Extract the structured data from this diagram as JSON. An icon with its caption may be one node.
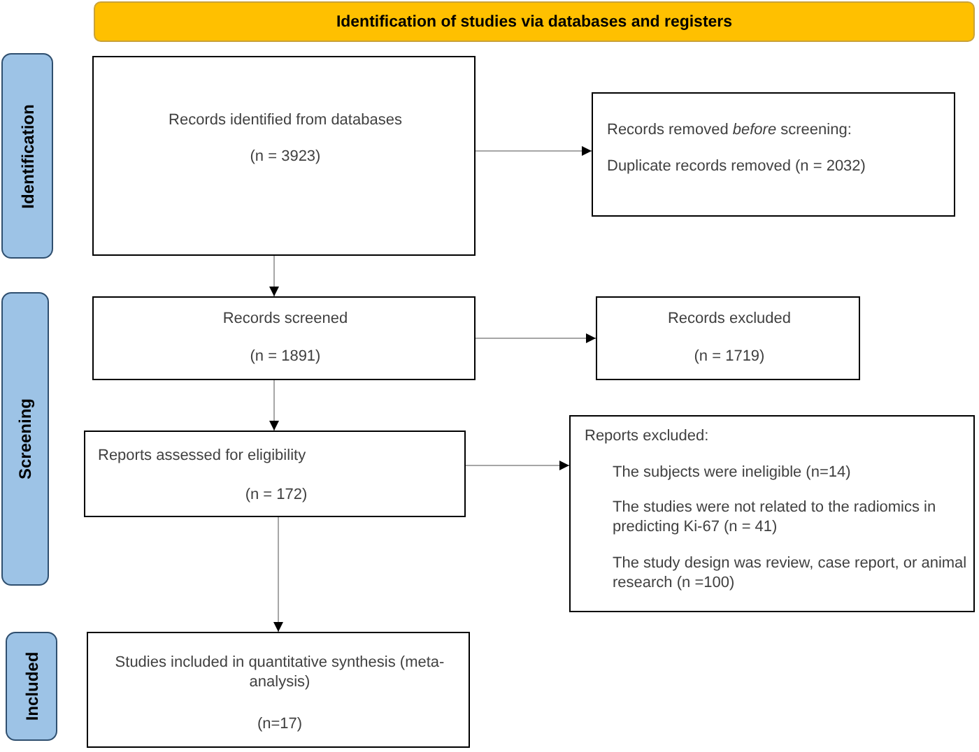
{
  "diagram": {
    "nodes": [
      {
        "text": [
          "Identification of studies via databases and registers"
        ]
      },
      {
        "text": [
          "Identification"
        ]
      },
      {
        "text": [
          "Screening"
        ]
      },
      {
        "text": [
          "Included"
        ]
      },
      {
        "text": [
          "Records identified from databases",
          "(n = 3923)"
        ]
      },
      {
        "text": [
          "Records removed *before* screening:",
          "Duplicate records removed (n = 2032)"
        ]
      },
      {
        "text": [
          "Records screened",
          "(n = 1891)"
        ]
      },
      {
        "text": [
          "Records excluded",
          "(n = 1719)"
        ]
      },
      {
        "text": [
          "Reports assessed for eligibility",
          "(n = 172)"
        ]
      },
      {
        "text": [
          "Reports excluded:",
          "The subjects were ineligible (n=14)",
          "The studies were not related to the radiomics in predicting Ki-67 (n = 41)",
          "The study design was review, case report, or animal research (n =100)"
        ]
      },
      {
        "text": [
          "Studies included in quantitative synthesis (meta-analysis)",
          "(n=17)"
        ]
      }
    ],
    "edges": [
      {
        "from": 4,
        "to": 5,
        "arrow": "to"
      },
      {
        "from": 4,
        "to": 6,
        "arrow": "to"
      },
      {
        "from": 6,
        "to": 7,
        "arrow": "to"
      },
      {
        "from": 6,
        "to": 8,
        "arrow": "to"
      },
      {
        "from": 8,
        "to": 9,
        "arrow": "to"
      },
      {
        "from": 8,
        "to": 10,
        "arrow": "to"
      }
    ]
  }
}
